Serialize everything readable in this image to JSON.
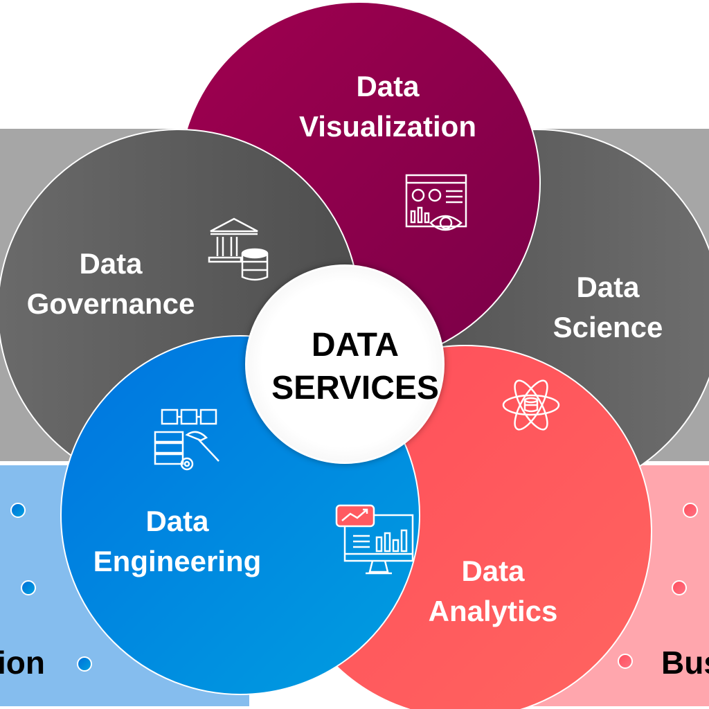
{
  "center": {
    "line1": "DATA",
    "line2": "SERVICES"
  },
  "circles": {
    "visualization": {
      "line1": "Data",
      "line2": "Visualization",
      "icon": "dashboard-eye-icon"
    },
    "governance": {
      "line1": "Data",
      "line2": "Governance",
      "icon": "bank-database-icon"
    },
    "science": {
      "line1": "Data",
      "line2": "Science",
      "icon": "atom-database-icon"
    },
    "engineering": {
      "line1": "Data",
      "line2": "Engineering",
      "icon": "server-hammer-icon"
    },
    "analytics": {
      "line1": "Data",
      "line2": "Analytics",
      "icon": "monitor-chart-icon"
    }
  },
  "side_labels": {
    "left": "ion",
    "right": "Bus"
  },
  "colors": {
    "visualization": "#9b0050",
    "gray": "#5a5a5a",
    "engineering": "#0080dd",
    "analytics": "#ff5a60",
    "blue_panel": "#85bdee",
    "pink_panel": "#ffa6ad",
    "gray_panel": "#a6a6a6"
  }
}
